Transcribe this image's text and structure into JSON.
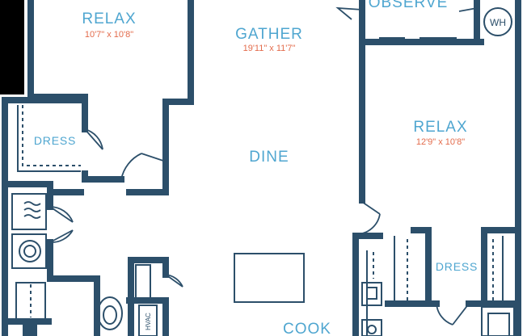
{
  "rooms": {
    "relax_left": {
      "label": "RELAX",
      "dims": "10'7\" x 10'8\""
    },
    "gather": {
      "label": "GATHER",
      "dims": "19'11\" x 11'7\""
    },
    "relax_right": {
      "label": "RELAX",
      "dims": "12'9\" x 10'8\""
    },
    "dine": {
      "label": "DINE"
    },
    "cook": {
      "label": "COOK"
    },
    "observe": {
      "label": "OBSERVE"
    },
    "dress_left": {
      "label": "DRESS"
    },
    "dress_right": {
      "label": "DRESS"
    }
  },
  "fixtures": {
    "water_heater": "WH",
    "hvac": "HVAC"
  },
  "colors": {
    "wall": "#2c4f6a",
    "label": "#4fa6d0",
    "dimension": "#e36b4b"
  }
}
